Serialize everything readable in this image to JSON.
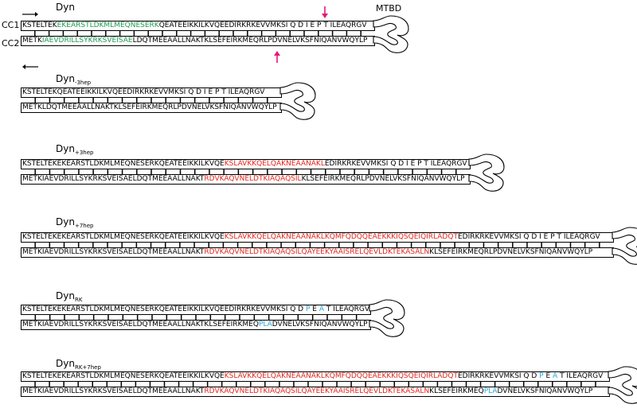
{
  "labels": {
    "cc1": "CC1",
    "cc2": "CC2",
    "mtbd": "MTBD"
  },
  "colors": {
    "green": "#1f9a4e",
    "red": "#e0241c",
    "blue": "#2aa5d8",
    "arrow": "#e6177a"
  },
  "constructs": [
    {
      "id": "wt",
      "title_main": "Dyn",
      "title_sub": "",
      "top": [
        {
          "t": "KSTELTEK",
          "c": ""
        },
        {
          "t": "EKEARSTLDKMLMEQNESERK",
          "c": "g"
        },
        {
          "t": "QEATEEIKKILKVQEEDIRKRKEVVMKSI Q D I E P T ILEAQRGV",
          "c": ""
        }
      ],
      "bottom": [
        {
          "t": "METK",
          "c": ""
        },
        {
          "t": "IAEVDRILLSYKRKSVEISAE",
          "c": "g"
        },
        {
          "t": "LDQTMEEAALLNAKTKLSEFEIRKMEQRLPDVNELVKSFNIQANVWQYLP",
          "c": ""
        }
      ]
    },
    {
      "id": "m3hep",
      "title_main": "Dyn",
      "title_sub": "-3hep",
      "top": [
        {
          "t": "KSTELTEKQEATEEIKKILKVQEEDIRKRKEVVMKSI Q D I E P T ILEAQRGV",
          "c": ""
        }
      ],
      "bottom": [
        {
          "t": "METKLDQTMEEAALLNAKTKLSEFEIRKMEQRLPDVNELVKSFNIQANVWQYLP",
          "c": ""
        }
      ]
    },
    {
      "id": "p3hep",
      "title_main": "Dyn",
      "title_sub": "+3hep",
      "top": [
        {
          "t": "KSTELTEKEKEARSTLDKMLMEQNESERKQEATEEIKKILKVQE",
          "c": ""
        },
        {
          "t": "KSLAVKKQELQAKNEAANAKL",
          "c": "r"
        },
        {
          "t": "EDIRKRKEVVMKSI Q D I E P T ILEAQRGV",
          "c": ""
        }
      ],
      "bottom": [
        {
          "t": "METKIAEVDRILLSYKRKSVEISAELDQTMEEAALLNAKT",
          "c": ""
        },
        {
          "t": "RDVKAQVNELDTKIAQAQSIL",
          "c": "r"
        },
        {
          "t": "KLSEFEIRKMEQRLPDVNELVKSFNIQANVWQYLP",
          "c": ""
        }
      ]
    },
    {
      "id": "p7hep",
      "title_main": "Dyn",
      "title_sub": "+7hep",
      "top": [
        {
          "t": "KSTELTEKEKEARSTLDKMLMEQNESERKQEATEEIKKILKVQE",
          "c": ""
        },
        {
          "t": "KSLAVKKQELQAKNEAANAKLKQMFQDQQEAEKKKIQSQEIQIRLADQT",
          "c": "r"
        },
        {
          "t": "EDIRKRKEVVMKSI Q D I E P T ILEAQRGV",
          "c": ""
        }
      ],
      "bottom": [
        {
          "t": "METKIAEVDRILLSYKRKSVEISAELDQTMEEAALLNAKT",
          "c": ""
        },
        {
          "t": "RDVKAQVNELDTKIAQAQSILQAYEEKYAAISRELQEVLDKTEKASALN",
          "c": "r"
        },
        {
          "t": "KLSEFEIRKMEQRLPDVNELVKSFNIQANVWQYLP",
          "c": ""
        }
      ]
    },
    {
      "id": "rk",
      "title_main": "Dyn",
      "title_sub": "RK",
      "top": [
        {
          "t": "KSTELTEKEKEARSTLDKMLMEQNESERKQEATEEIKKILKVQEEDIRKRKEVVMKSI Q D ",
          "c": ""
        },
        {
          "t": "P",
          "c": "b"
        },
        {
          "t": " E ",
          "c": ""
        },
        {
          "t": "A",
          "c": "b"
        },
        {
          "t": " T ILEAQRGV",
          "c": ""
        }
      ],
      "bottom": [
        {
          "t": "METKIAEVDRILLSYKRKSVEISAELDQTMEEAALLNAKTKLSEFEIRKMEQ",
          "c": ""
        },
        {
          "t": "PLA",
          "c": "b"
        },
        {
          "t": "DVNELVKSFNIQANVWQYLP",
          "c": ""
        }
      ]
    },
    {
      "id": "rk7hep",
      "title_main": "Dyn",
      "title_sub": "RK+7hep",
      "top": [
        {
          "t": "KSTELTEKEKEARSTLDKMLMEQNESERKQEATEEIKKILKVQE",
          "c": ""
        },
        {
          "t": "KSLAVKKQELQAKNEAANAKLKQMFQDQQEAEKKKIQSQEIQIRLADQT",
          "c": "r"
        },
        {
          "t": "EDIRKRKEVVMKSI Q D ",
          "c": ""
        },
        {
          "t": "P",
          "c": "b"
        },
        {
          "t": " E ",
          "c": ""
        },
        {
          "t": "A",
          "c": "b"
        },
        {
          "t": " T ILEAQRGV",
          "c": ""
        }
      ],
      "bottom": [
        {
          "t": "METKIAEVDRILLSYKRKSVEISAELDQTMEEAALLNAKT",
          "c": ""
        },
        {
          "t": "RDVKAQVNELDTKIAQAQSILQAYEEKYAAISRELQEVLDKTEKASALN",
          "c": "r"
        },
        {
          "t": "KLSEFEIRKMEQ",
          "c": ""
        },
        {
          "t": "PLA",
          "c": "b"
        },
        {
          "t": "DVNELVKSFNIQANVWQYLP",
          "c": ""
        }
      ]
    }
  ]
}
